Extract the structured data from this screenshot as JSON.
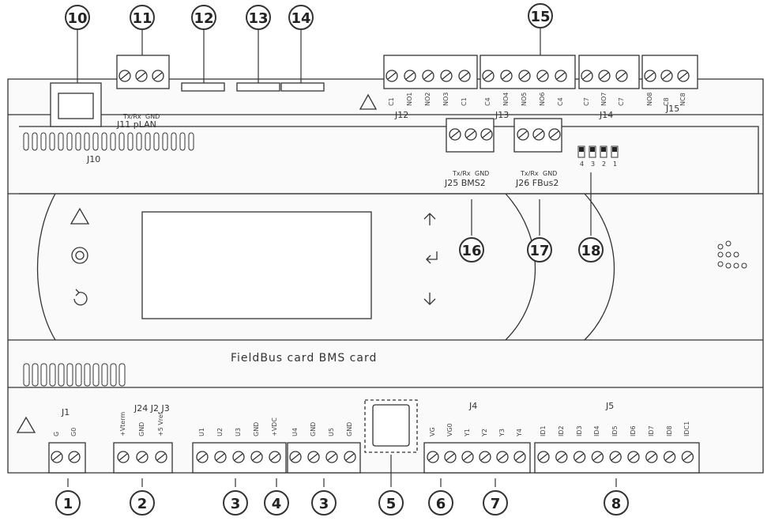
{
  "connector_labels": {
    "j11": "J11 pLAN",
    "j10": "J10",
    "j12": "J12",
    "j13": "J13",
    "j14": "J14",
    "j15": "J15",
    "j25": "J25 BMS2",
    "j26": "J26 FBus2",
    "j1": "J1",
    "j24_j2_j3": "J24 J2 J3",
    "j4": "J4",
    "j5": "J5"
  },
  "card_slot_label": "FieldBus card BMS card",
  "pin_labels": {
    "j11": [
      "Tx/Rx",
      "GND"
    ],
    "j25": [
      "Tx/Rx",
      "GND"
    ],
    "j26": [
      "Tx/Rx",
      "GND"
    ],
    "j12": [
      "C1",
      "NO1",
      "NO2",
      "NO3",
      "C1"
    ],
    "j13": [
      "C4",
      "NO4",
      "NO5",
      "NO6",
      "C4"
    ],
    "j14": [
      "C7",
      "NO7",
      "C7"
    ],
    "j15": [
      "NO8",
      "C8",
      "NC8"
    ],
    "j1": [
      "G",
      "G0"
    ],
    "j24": [
      "+Vterm",
      "GND",
      "+5 Vref"
    ],
    "j2": [
      "U1",
      "U2",
      "U3",
      "GND",
      "+VDC"
    ],
    "j3": [
      "U4",
      "GND",
      "U5",
      "GND"
    ],
    "j4": [
      "VG",
      "VG0",
      "Y1",
      "Y2",
      "Y3",
      "Y4"
    ],
    "j5": [
      "ID1",
      "ID2",
      "ID3",
      "ID4",
      "ID5",
      "ID6",
      "ID7",
      "ID8",
      "IDC1"
    ]
  },
  "dip_labels": [
    "4",
    "3",
    "2",
    "1"
  ],
  "callouts": [
    "1",
    "2",
    "3",
    "4",
    "3",
    "5",
    "6",
    "7",
    "8",
    "10",
    "11",
    "12",
    "13",
    "14",
    "15",
    "16",
    "17",
    "18"
  ],
  "colors": {
    "line": "#333333",
    "fill": "#f4f4f4",
    "dark": "#222222"
  }
}
